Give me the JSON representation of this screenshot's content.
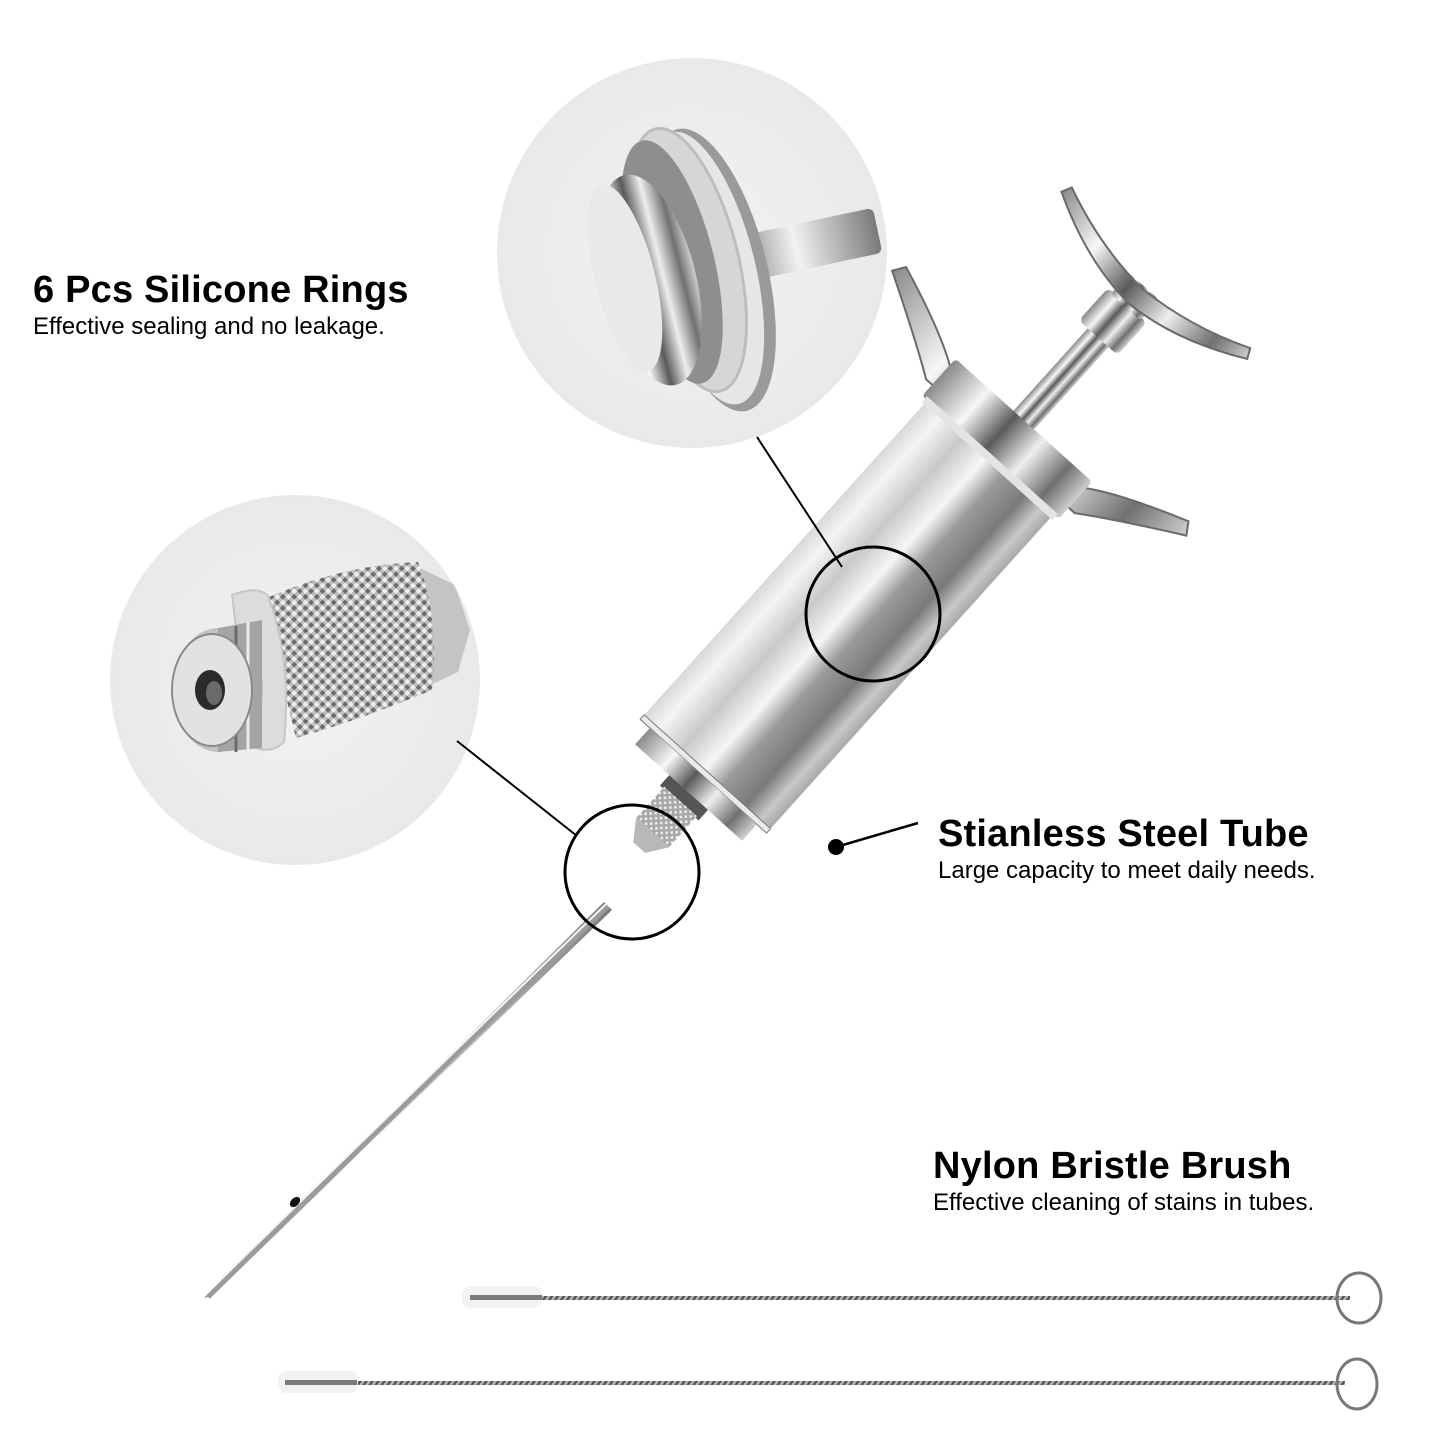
{
  "features": {
    "rings": {
      "title": "6 Pcs Silicone Rings",
      "subtitle": "Effective sealing and no leakage."
    },
    "tube": {
      "title": "Stianless Steel Tube",
      "subtitle": "Large capacity to meet daily needs."
    },
    "brush": {
      "title": "Nylon Bristle Brush",
      "subtitle": "Effective cleaning of stains in tubes."
    }
  },
  "illustration": {
    "product": "meat-injector-syringe",
    "detail_circles": [
      {
        "name": "plunger-silicone-ring-detail"
      },
      {
        "name": "needle-nozzle-detail"
      }
    ],
    "brush_count": 2
  },
  "colors": {
    "background": "#ffffff",
    "text": "#000000",
    "steel_light": "#e8e8e8",
    "steel_mid": "#b4b4b4",
    "steel_dark": "#6e6e6e",
    "detail_bg": "#eeeeee",
    "silicone": "#d9d9d9"
  }
}
